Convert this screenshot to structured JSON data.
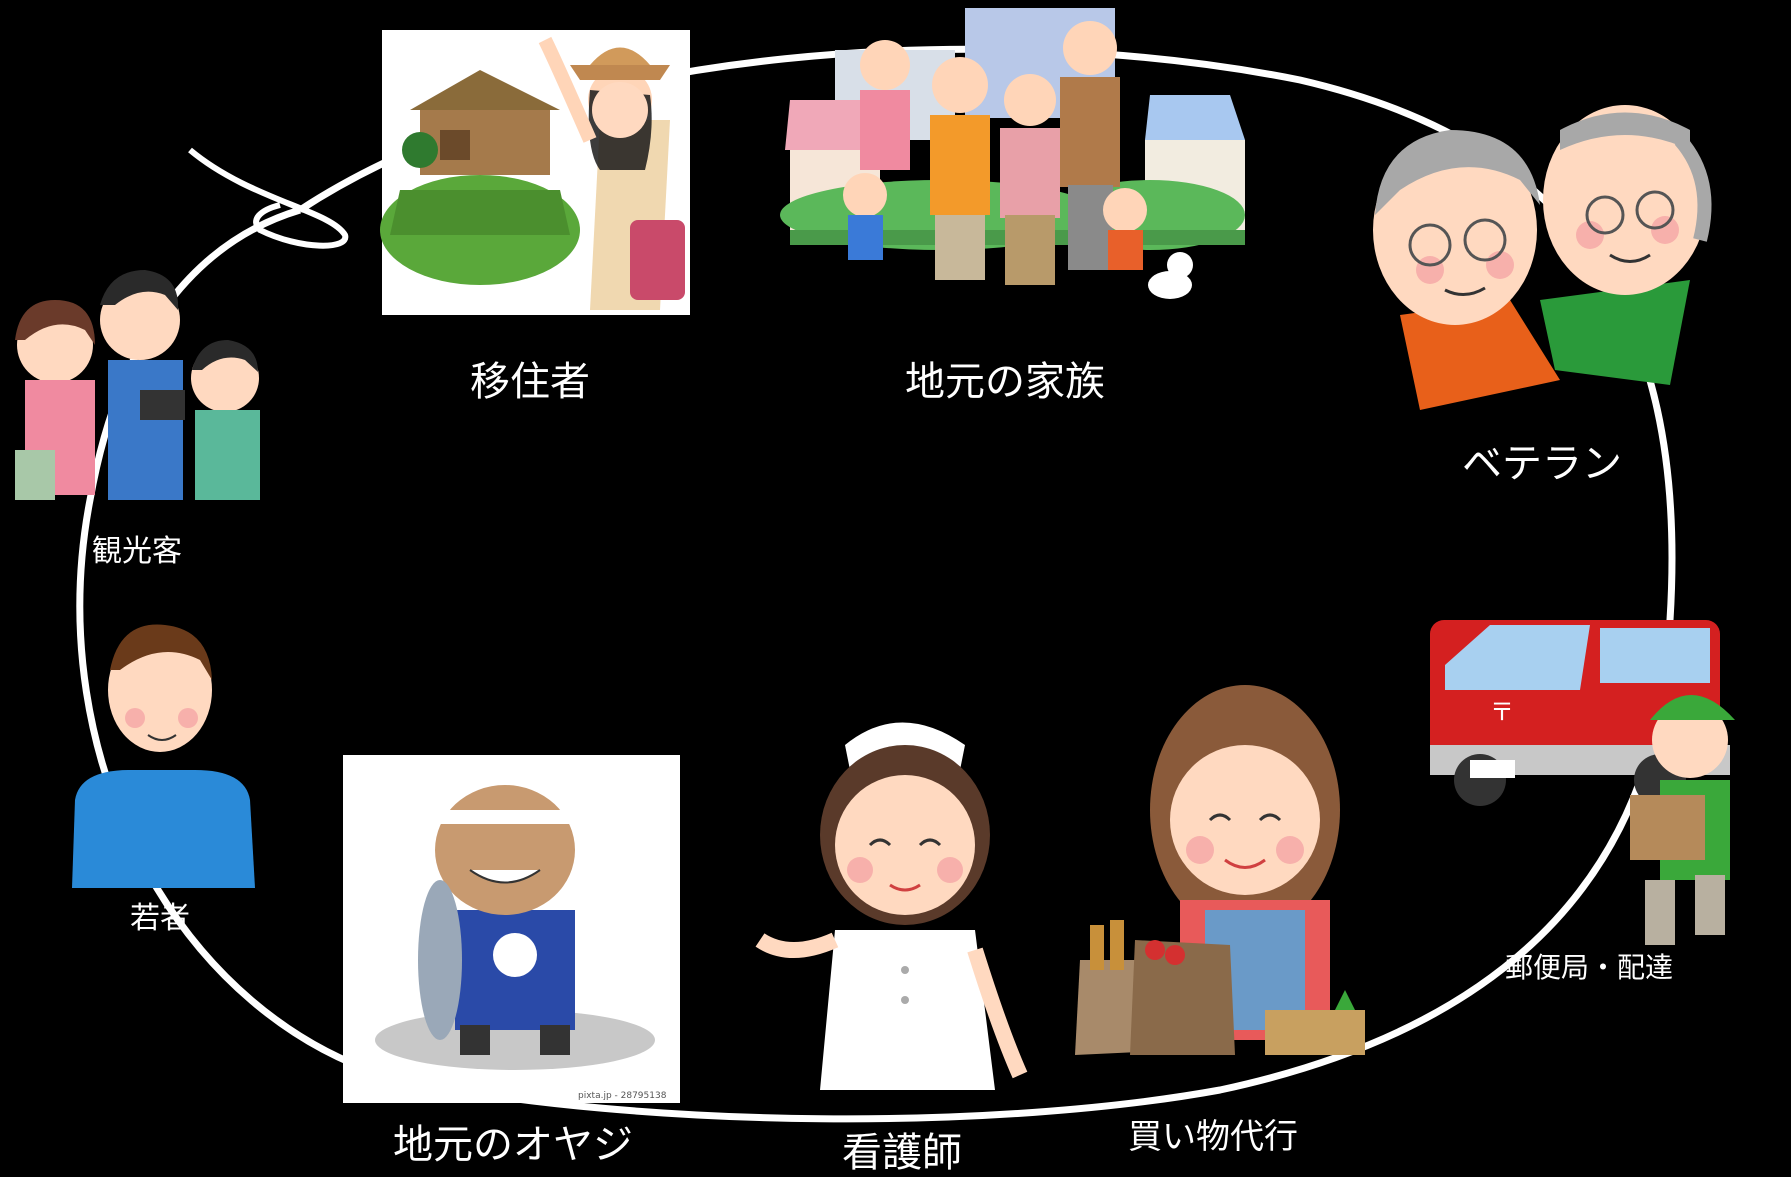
{
  "diagram": {
    "background": "#000000",
    "loop_color": "#ffffff",
    "nodes": [
      {
        "id": "iju",
        "label": "移住者",
        "icon": "traveler-woman-farmhouse-icon"
      },
      {
        "id": "jimoto-kazoku",
        "label": "地元の家族",
        "icon": "family-group-icon"
      },
      {
        "id": "veteran",
        "label": "ベテラン",
        "icon": "elderly-couple-icon"
      },
      {
        "id": "yubin",
        "label": "郵便局・配達",
        "icon": "mail-truck-courier-icon"
      },
      {
        "id": "kaimono",
        "label": "買い物代行",
        "icon": "shopping-woman-icon"
      },
      {
        "id": "kango",
        "label": "看護師",
        "icon": "nurse-icon"
      },
      {
        "id": "oyaji",
        "label": "地元のオヤジ",
        "icon": "fishmonger-icon"
      },
      {
        "id": "wakamono",
        "label": "若者",
        "icon": "young-man-icon"
      },
      {
        "id": "kanko",
        "label": "観光客",
        "icon": "tourist-family-icon"
      }
    ],
    "watermark": "pixta.jp - 28795138"
  }
}
